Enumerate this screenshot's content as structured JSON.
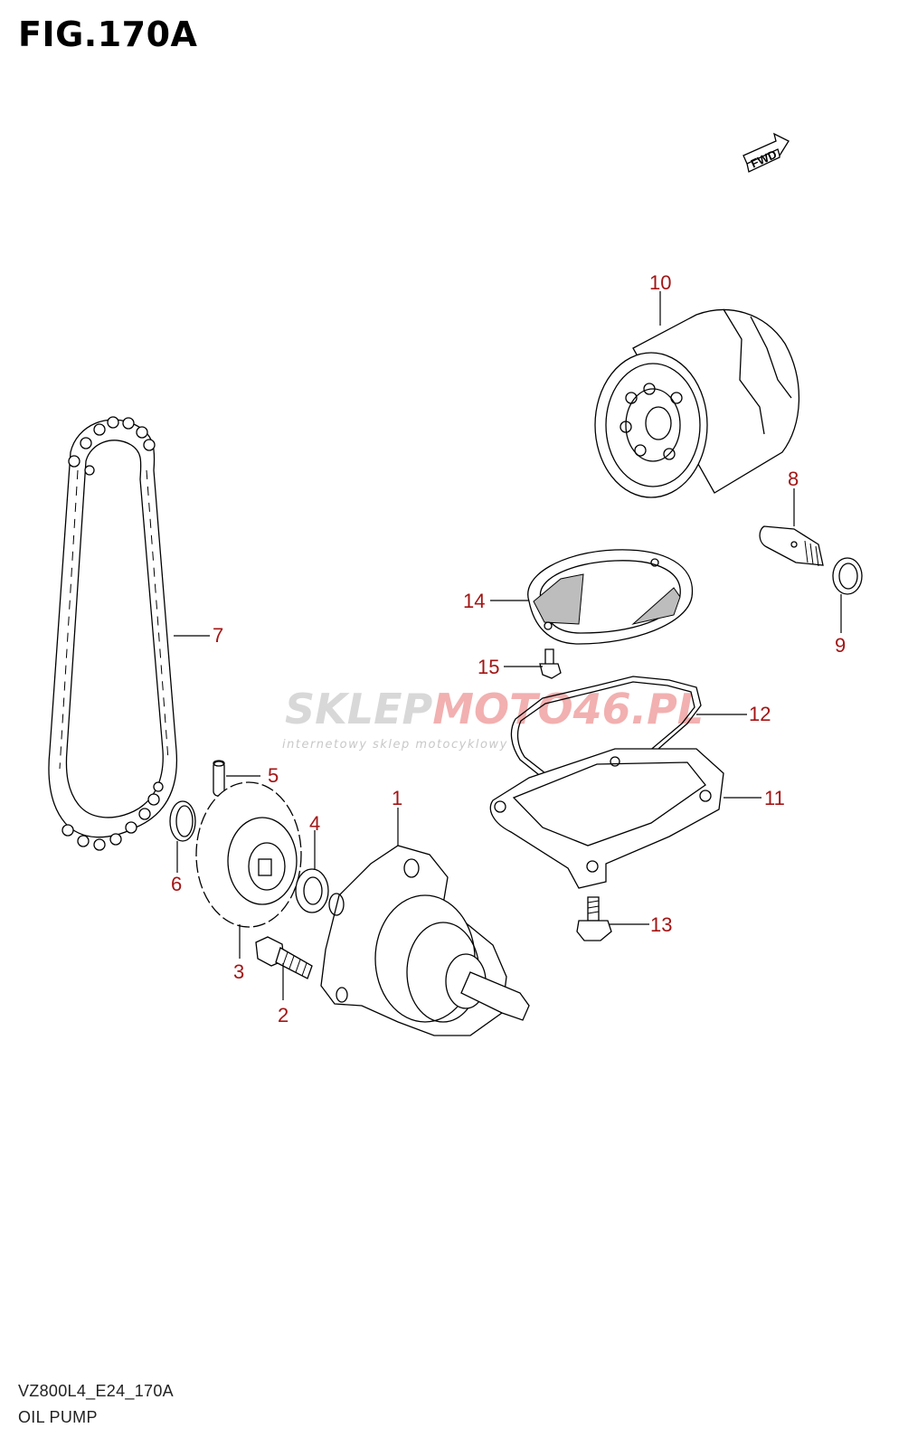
{
  "figure": {
    "title": "FIG.170A"
  },
  "footer": {
    "code": "VZ800L4_E24_170A",
    "name": "OIL PUMP"
  },
  "direction_badge": {
    "label": "FWD"
  },
  "watermark": {
    "brand_gray": "SKLEP",
    "brand_red": "MOTO46.PL",
    "tagline": "internetowy sklep motocyklowy"
  },
  "callouts": [
    "1",
    "2",
    "3",
    "4",
    "5",
    "6",
    "7",
    "8",
    "9",
    "10",
    "11",
    "12",
    "13",
    "14",
    "15"
  ],
  "colors": {
    "callout": "#a31515",
    "line": "#000000",
    "watermark_red": "#f2b0b0"
  }
}
